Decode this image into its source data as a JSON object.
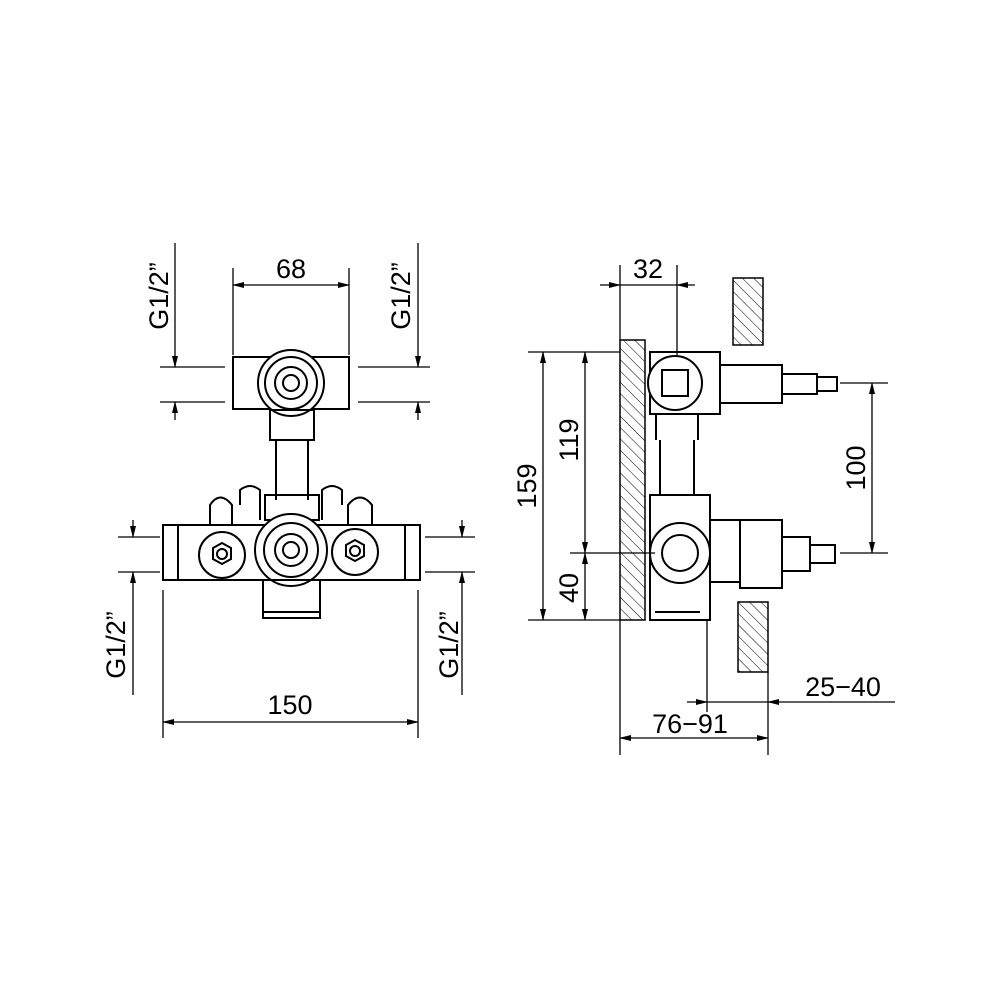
{
  "front_view": {
    "top_width": "68",
    "thread_top_left": "G1/2”",
    "thread_top_right": "G1/2”",
    "thread_bottom_left": "G1/2”",
    "thread_bottom_right": "G1/2”",
    "overall_width": "150"
  },
  "side_view": {
    "plate_to_valve": "32",
    "total_height": "159",
    "upper_height": "119",
    "lower_height": "40",
    "valve_spacing": "100",
    "wall_cover_range": "25−40",
    "depth_range": "76−91"
  }
}
